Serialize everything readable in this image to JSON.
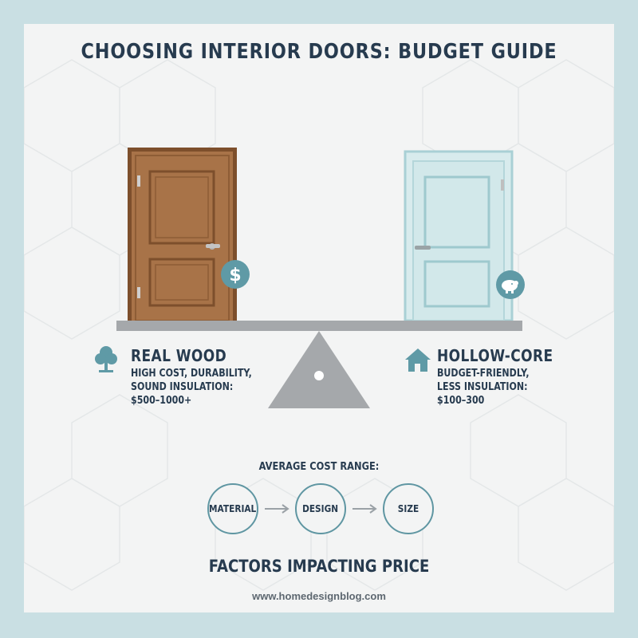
{
  "title": "CHOOSING INTERIOR DOORS: BUDGET GUIDE",
  "left": {
    "heading": "REAL WOOD",
    "desc_lines": [
      "HIGH COST, DURABILITY,",
      "SOUND INSULATION:",
      "$500–1000+"
    ],
    "icon": "tree-icon"
  },
  "right": {
    "heading": "HOLLOW-CORE",
    "desc_lines": [
      "BUDGET-FRIENDLY,",
      "LESS INSULATION:",
      "$100–300"
    ],
    "icon": "house-icon"
  },
  "cost_bar": {
    "label": "AVERAGE COST RANGE:",
    "colors": [
      "#a9d18e",
      "#6fb3b2",
      "#2b4f6b"
    ]
  },
  "factors": {
    "items": [
      "MATERIAL",
      "DESIGN",
      "SIZE"
    ],
    "caption": "FACTORS IMPACTING PRICE"
  },
  "footer_url": "www.homedesignblog.com",
  "colors": {
    "wood": "#a87348",
    "wood_dark": "#7d4f2c",
    "hollow": "#d8ebed",
    "hollow_dark": "#9ec9ce",
    "teal": "#5f9aa6",
    "navy": "#273b4f",
    "scale_gray": "#a5a8ab"
  }
}
